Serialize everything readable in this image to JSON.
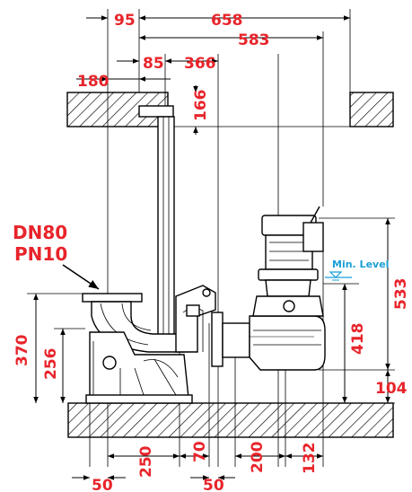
{
  "labels": {
    "flange_dn": "DN80",
    "flange_pn": "PN10",
    "min_level": "Min. Level"
  },
  "dimensions": {
    "d95": "95",
    "d658": "658",
    "d583": "583",
    "d85": "85",
    "d366": "366",
    "d180": "180",
    "d166": "166",
    "d533": "533",
    "d418": "418",
    "d104": "104",
    "d370": "370",
    "d256": "256",
    "d250": "250",
    "d70": "70",
    "d200": "200",
    "d132": "132",
    "d50a": "50",
    "d50b": "50"
  },
  "colors": {
    "dimension": "#e8242b",
    "min_level": "#1a9fd6",
    "line": "#000000"
  }
}
